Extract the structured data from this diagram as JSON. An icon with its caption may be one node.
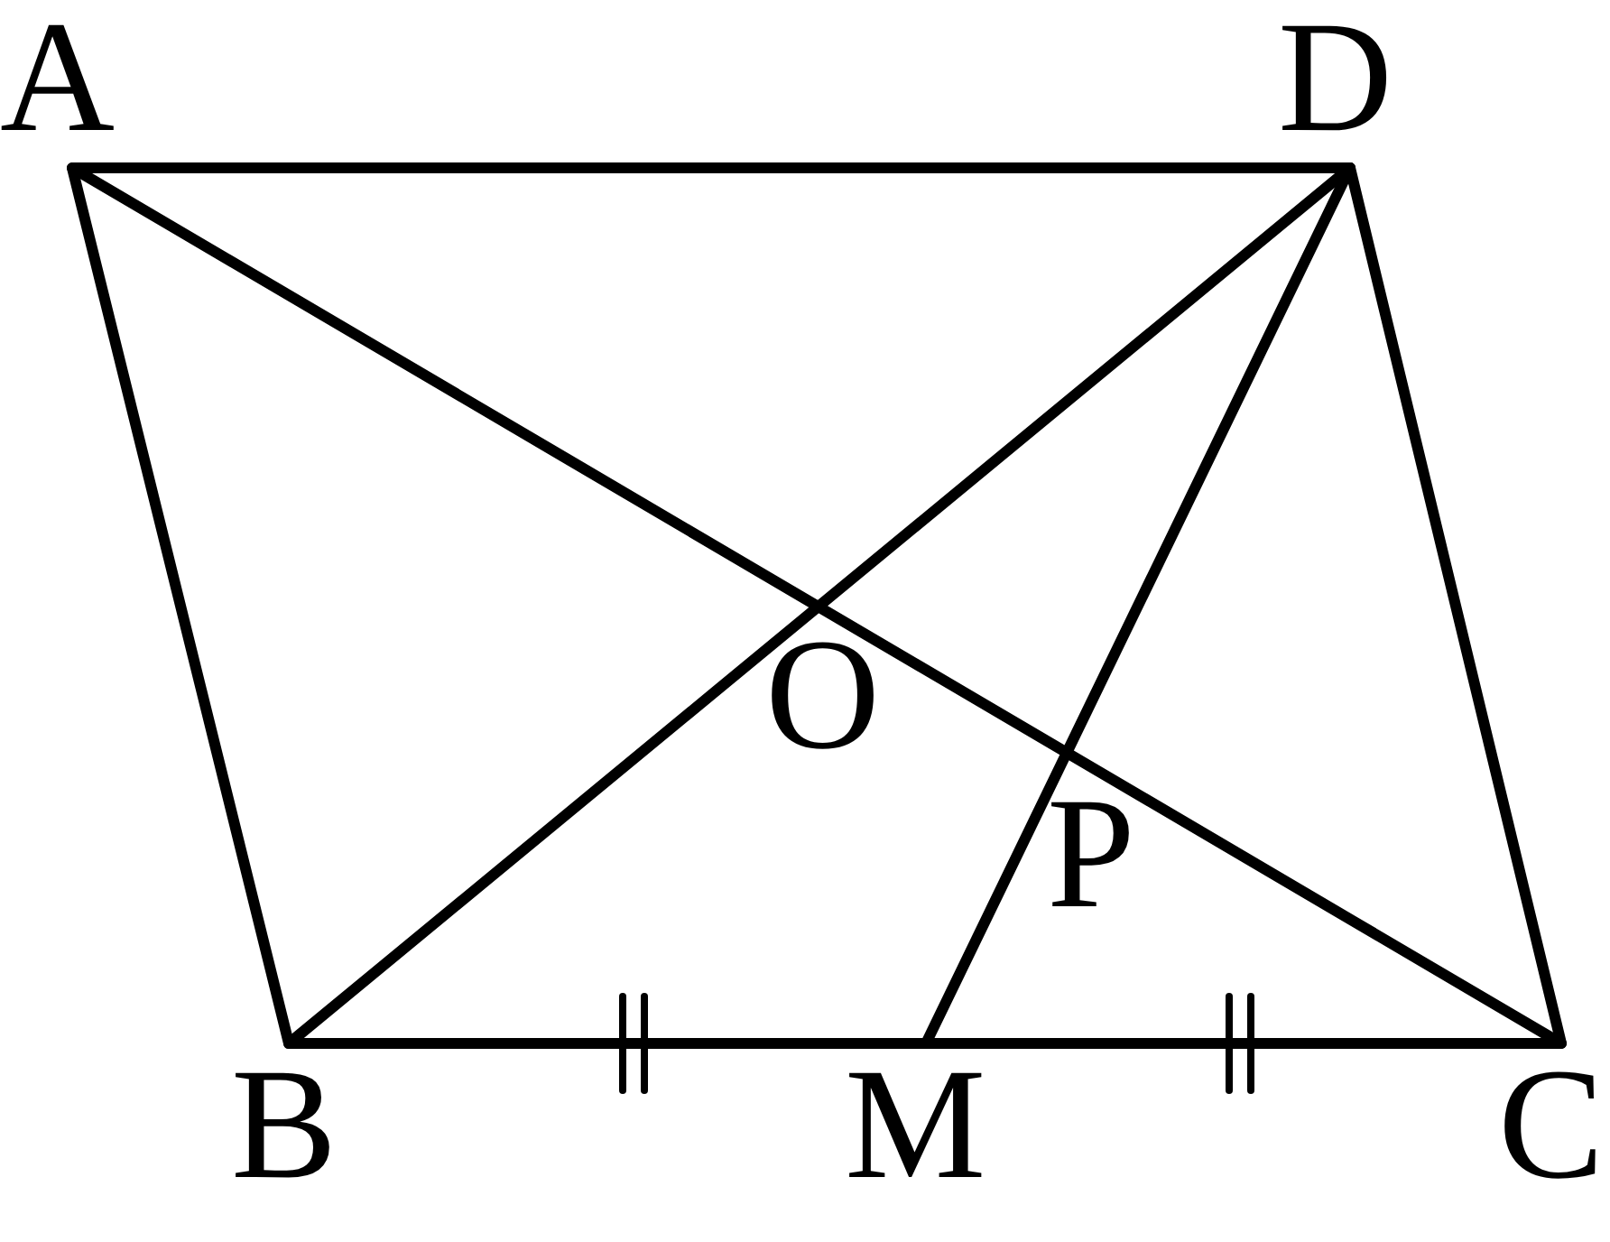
{
  "diagram": {
    "labels": [
      "A",
      "D",
      "O",
      "P",
      "B",
      "M",
      "C"
    ]
  }
}
